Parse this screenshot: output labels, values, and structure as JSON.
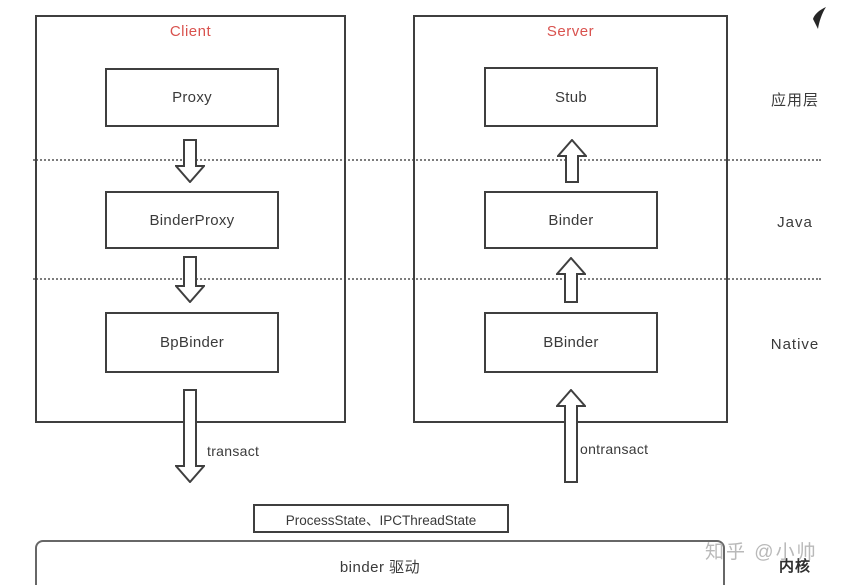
{
  "client_panel": {
    "title": "Client",
    "boxes": [
      "Proxy",
      "BinderProxy",
      "BpBinder"
    ],
    "arrow_label": "transact"
  },
  "server_panel": {
    "title": "Server",
    "boxes": [
      "Stub",
      "Binder",
      "BBinder"
    ],
    "arrow_label": "ontransact"
  },
  "layers": {
    "app": "应用层",
    "java": "Java",
    "native": "Native",
    "kernel": "内核"
  },
  "bottom": {
    "process_state_box": "ProcessState、IPCThreadState",
    "binder_driver_box": "binder 驱动"
  },
  "watermark": "知乎 @小帅",
  "colors": {
    "accent_red": "#d9524e",
    "box_border": "#3f3f3f",
    "dotted_line": "#7d7d7d",
    "driver_border": "#676767",
    "watermark_gray": "#b9b9b9",
    "corner_mark": "#262626"
  }
}
